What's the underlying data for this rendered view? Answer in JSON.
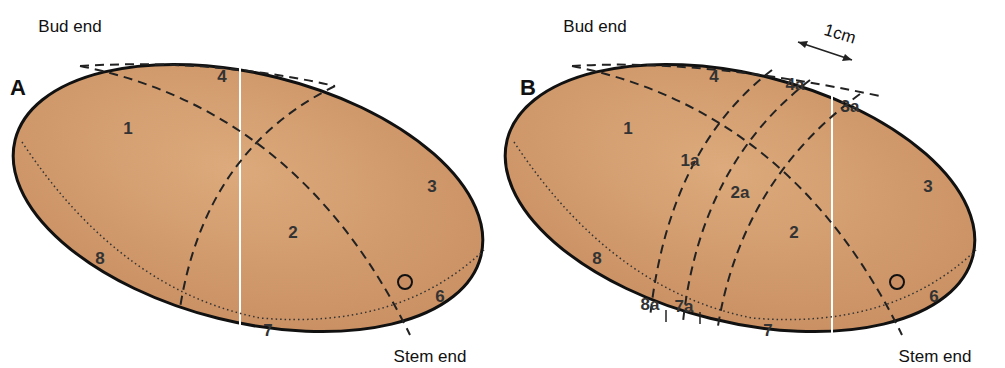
{
  "diagram": {
    "labels": [
      "Bud end",
      "A",
      "1",
      "4",
      "2",
      "3",
      "8",
      "6",
      "7",
      "Stem end",
      "Bud end",
      "B",
      "1",
      "4",
      "4a",
      "3a",
      "1a",
      "2a",
      "1cm",
      "2",
      "3",
      "8",
      "8a",
      "7a",
      "7",
      "6",
      "Stem end"
    ]
  }
}
